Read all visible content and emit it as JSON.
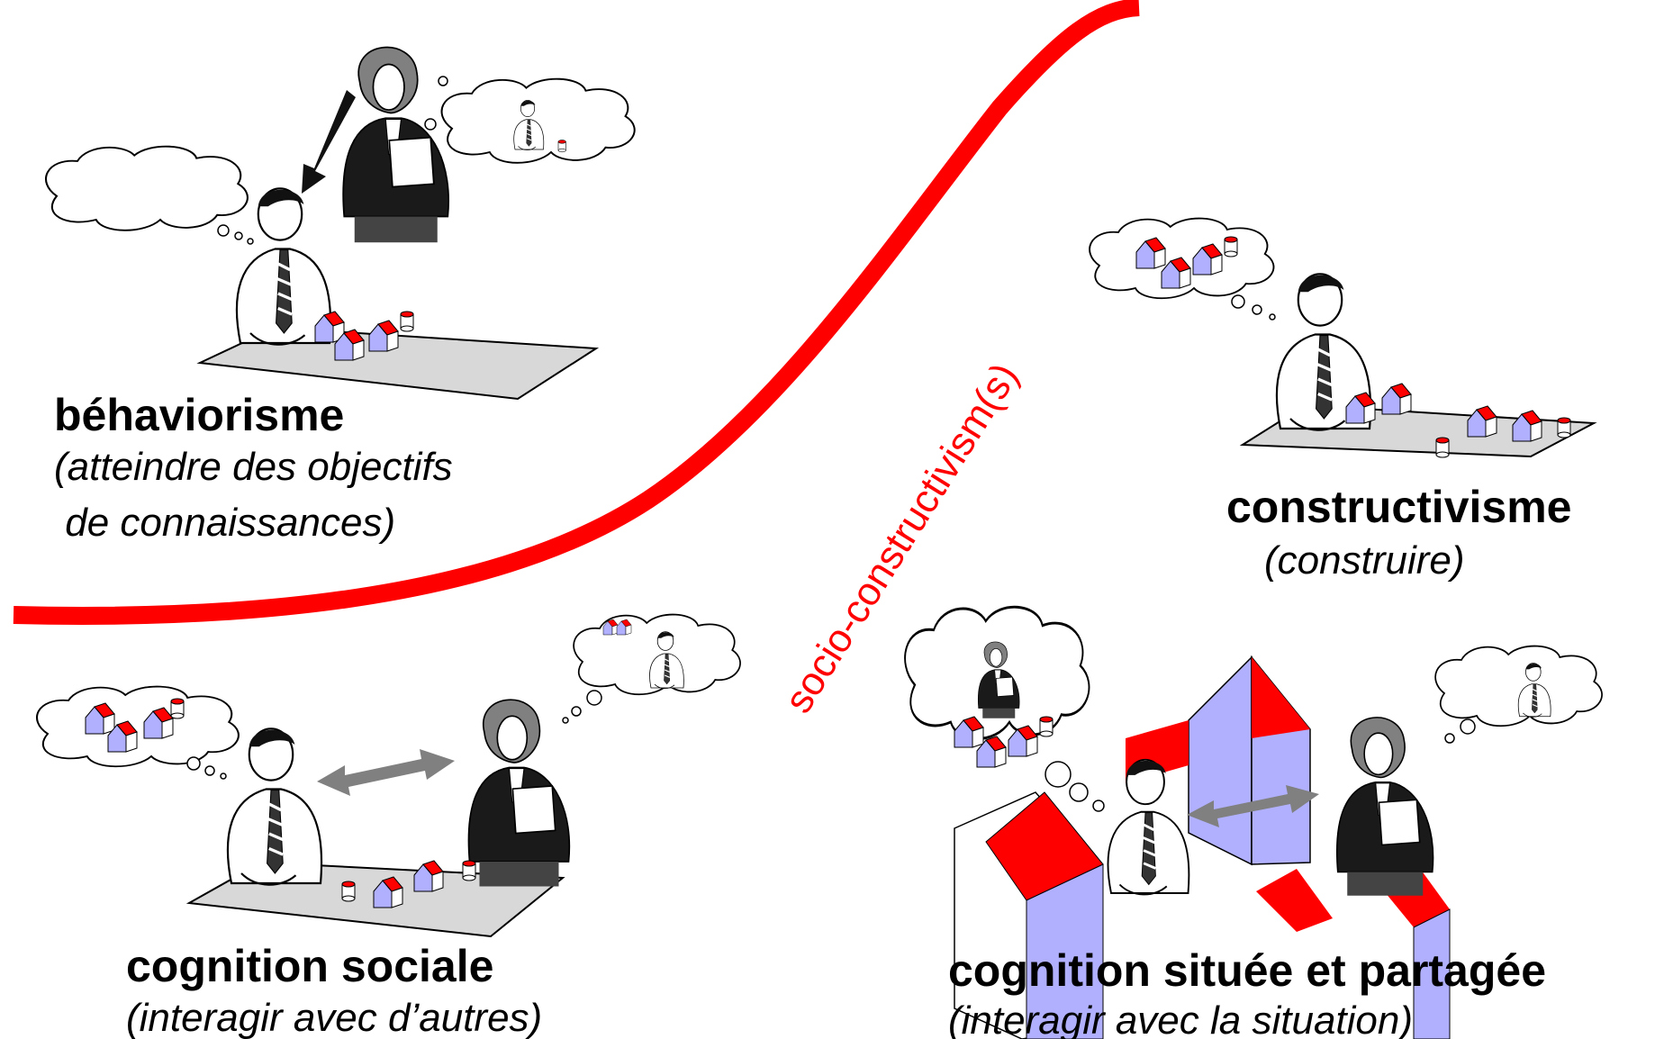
{
  "curve_label": "socio-constructivism(s)",
  "quadrants": {
    "behaviorism": {
      "title": "béhaviorisme",
      "subtitle_lines": [
        "(atteindre des objectifs",
        " de connaissances)"
      ]
    },
    "constructivism": {
      "title": "constructivisme",
      "subtitle": "(construire)"
    },
    "social_cognition": {
      "title": "cognition sociale",
      "subtitle": "(interagir avec d’autres)"
    },
    "situated_cognition": {
      "title": "cognition située et partagée",
      "subtitle": "(interagir avec la situation)"
    }
  },
  "colors": {
    "curve": "#ff0000",
    "roof": "#ff0000",
    "wall": "#b0b0ff",
    "desk": "#d8d8d8",
    "jacket": "#1a1a1a",
    "hair_woman": "#808080"
  }
}
